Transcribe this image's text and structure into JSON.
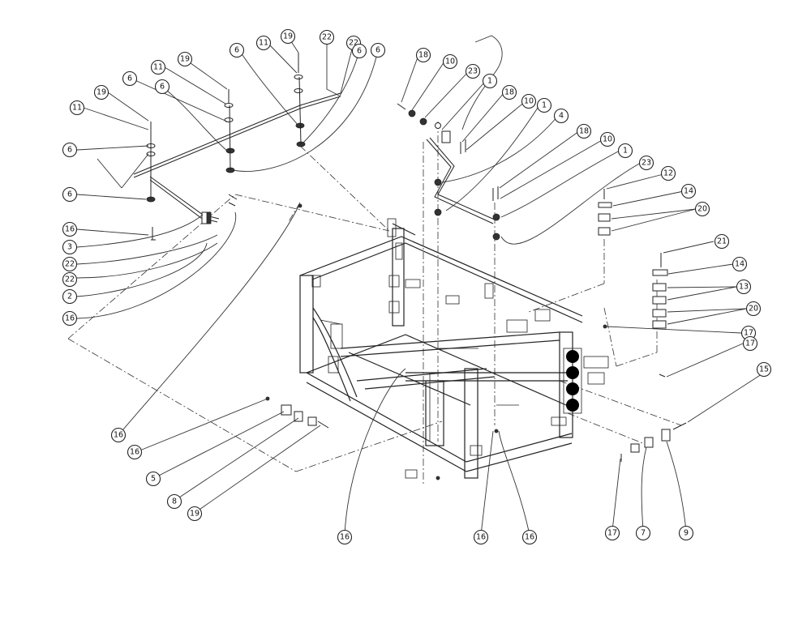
{
  "diagram": {
    "callouts": [
      {
        "label": "11"
      },
      {
        "label": "19"
      },
      {
        "label": "6"
      },
      {
        "label": "6"
      },
      {
        "label": "6"
      },
      {
        "label": "16"
      },
      {
        "label": "3"
      },
      {
        "label": "22"
      },
      {
        "label": "22"
      },
      {
        "label": "2"
      },
      {
        "label": "16"
      },
      {
        "label": "11"
      },
      {
        "label": "19"
      },
      {
        "label": "6"
      },
      {
        "label": "6"
      },
      {
        "label": "11"
      },
      {
        "label": "19"
      },
      {
        "label": "22"
      },
      {
        "label": "22"
      },
      {
        "label": "6"
      },
      {
        "label": "6"
      },
      {
        "label": "18"
      },
      {
        "label": "10"
      },
      {
        "label": "23"
      },
      {
        "label": "1"
      },
      {
        "label": "18"
      },
      {
        "label": "10"
      },
      {
        "label": "1"
      },
      {
        "label": "4"
      },
      {
        "label": "18"
      },
      {
        "label": "10"
      },
      {
        "label": "1"
      },
      {
        "label": "23"
      },
      {
        "label": "12"
      },
      {
        "label": "14"
      },
      {
        "label": "20"
      },
      {
        "label": "21"
      },
      {
        "label": "14"
      },
      {
        "label": "13"
      },
      {
        "label": "20"
      },
      {
        "label": "17"
      },
      {
        "label": "17"
      },
      {
        "label": "15"
      },
      {
        "label": "16"
      },
      {
        "label": "16"
      },
      {
        "label": "5"
      },
      {
        "label": "8"
      },
      {
        "label": "19"
      },
      {
        "label": "16"
      },
      {
        "label": "16"
      },
      {
        "label": "16"
      },
      {
        "label": "17"
      },
      {
        "label": "7"
      },
      {
        "label": "9"
      }
    ]
  }
}
